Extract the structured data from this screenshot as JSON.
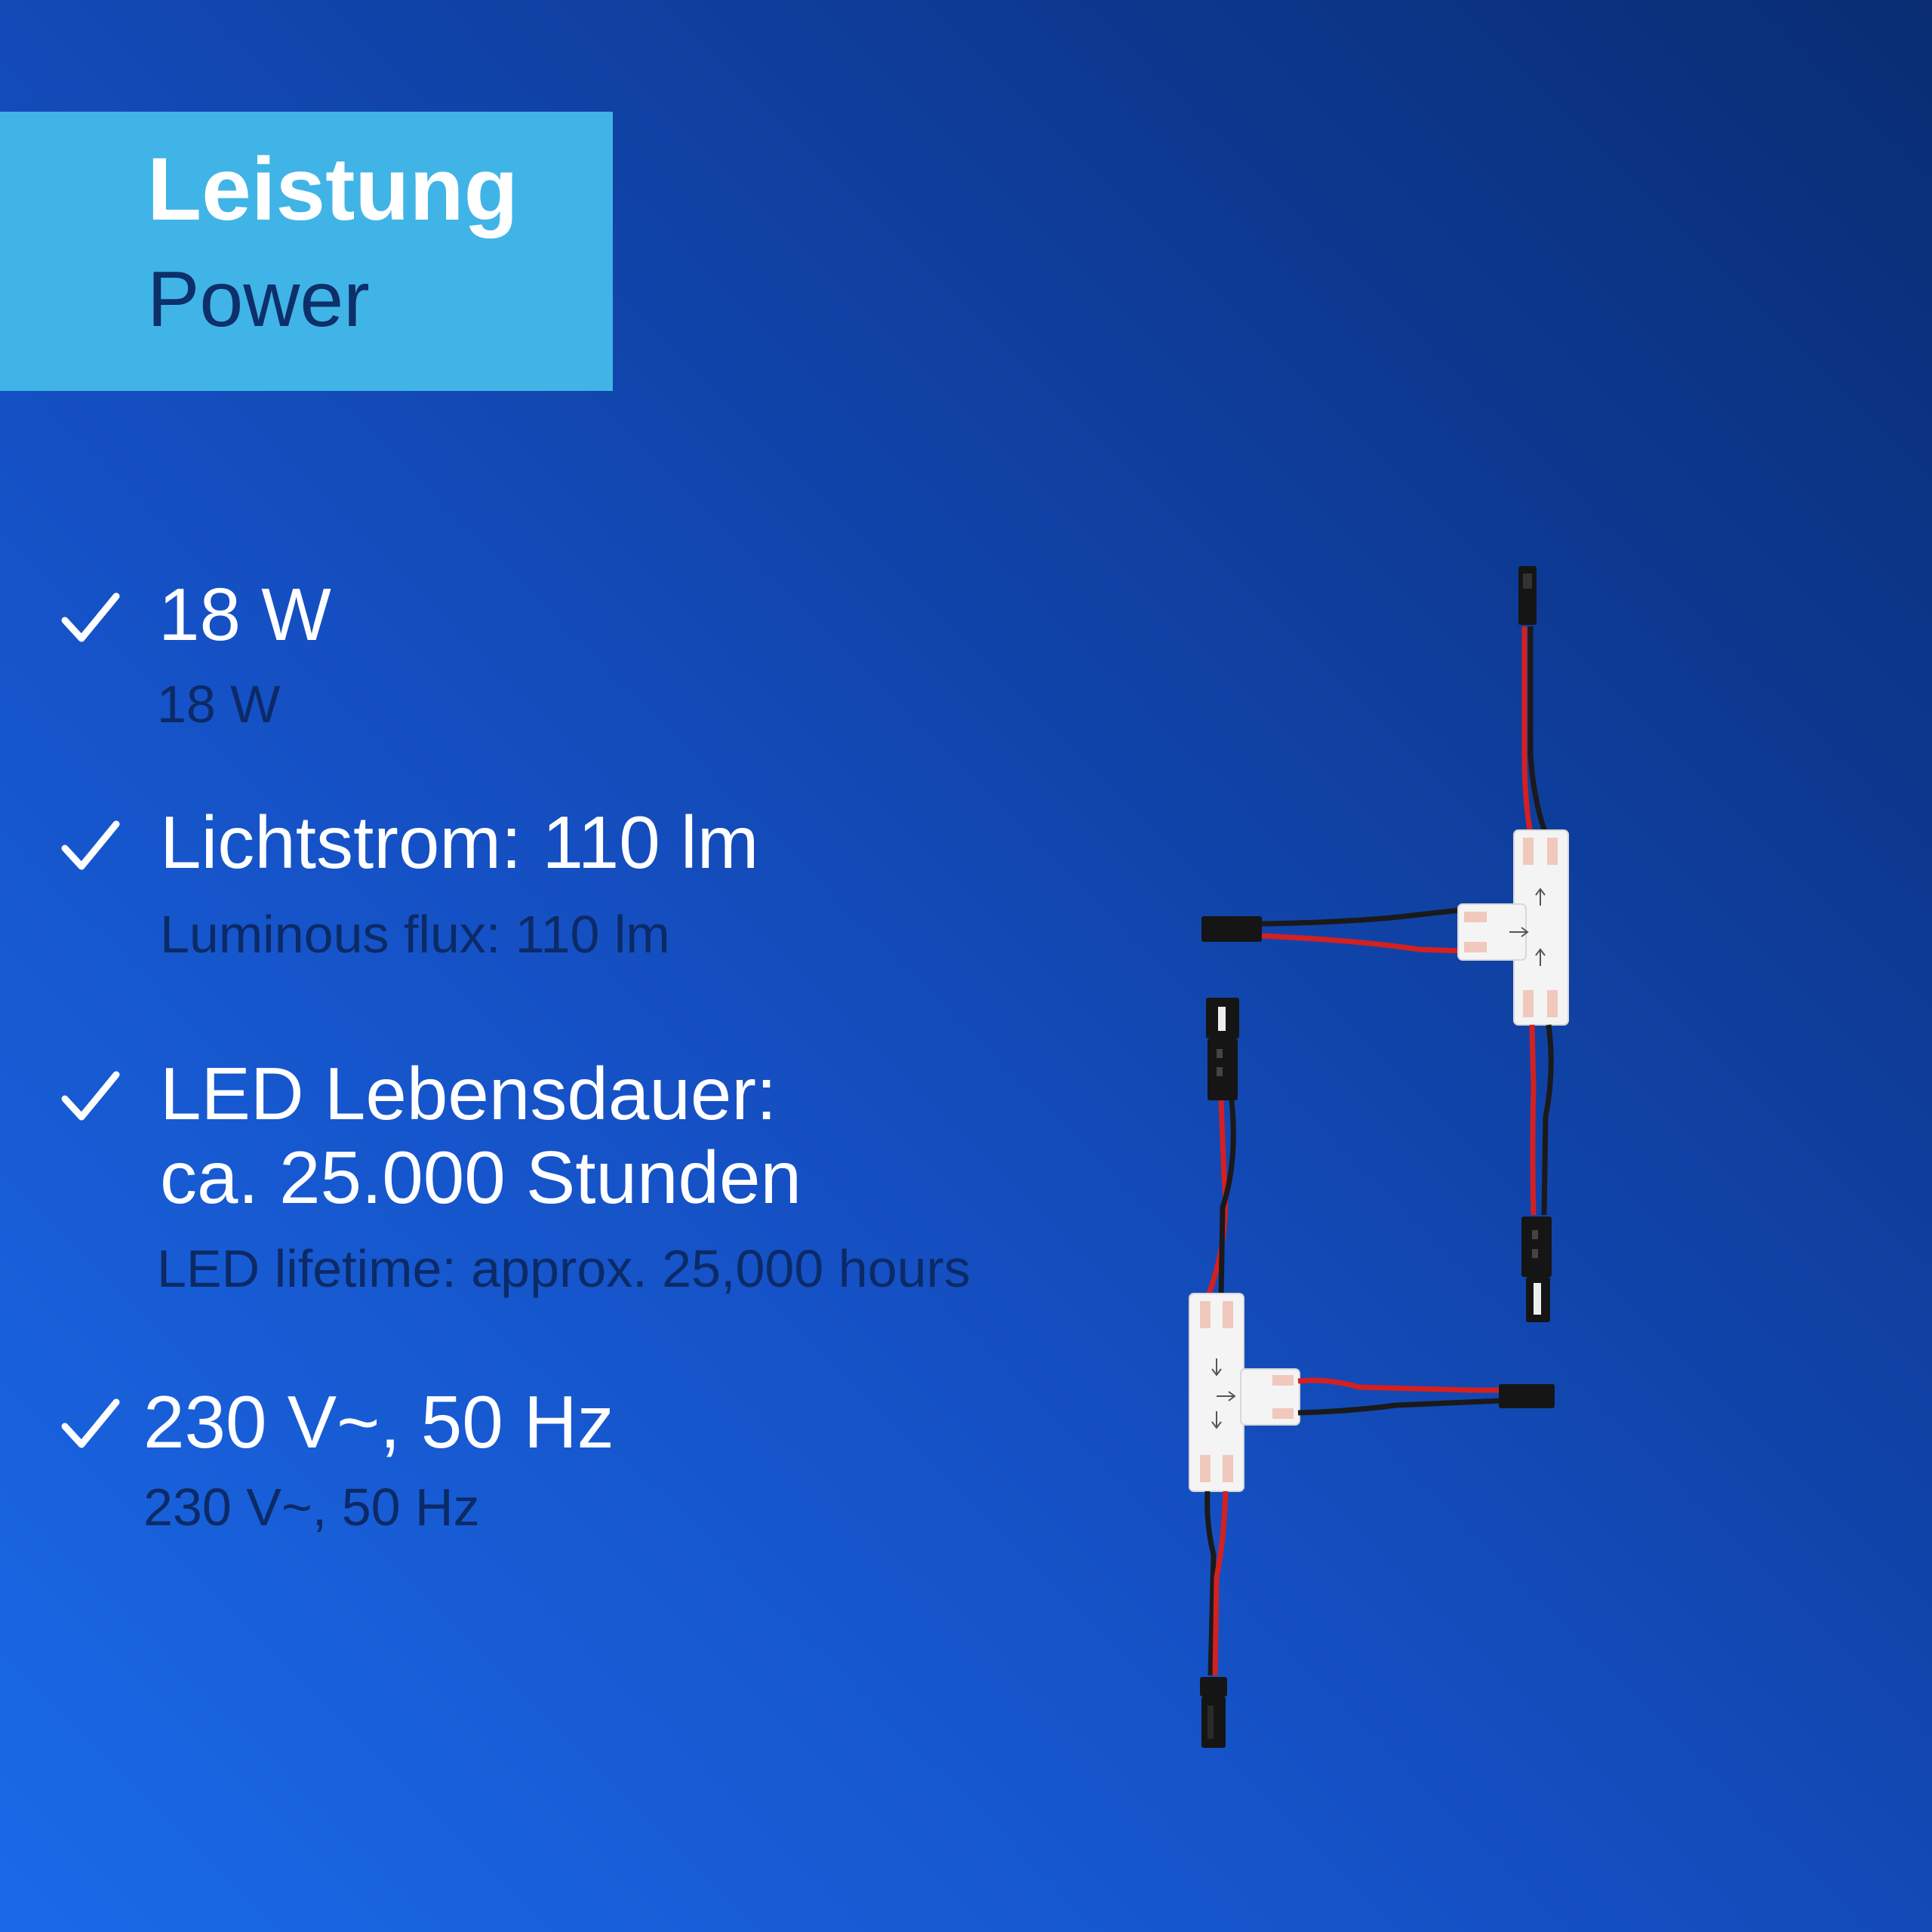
{
  "title": {
    "de": "Leistung",
    "en": "Power"
  },
  "features": [
    {
      "de": "18 W",
      "en": "18 W"
    },
    {
      "de": "Lichtstrom: 110 lm",
      "en": "Luminous flux: 110 lm"
    },
    {
      "de_line1": "LED Lebensdauer:",
      "de_line2": "ca. 25.000 Stunden",
      "en": "LED lifetime: approx. 25,000 hours"
    },
    {
      "de": "230 V~, 50 Hz",
      "en": "230 V~, 50 Hz"
    }
  ],
  "colors": {
    "title_box": "#40b4e6",
    "title_en_text": "#0d2f6a",
    "subtext": "#0c2a66",
    "wire_red": "#d42020",
    "wire_black": "#1a1a1a",
    "connector_white": "#f4f4f4",
    "plug_black": "#151515"
  },
  "icons": [
    "check-icon"
  ]
}
